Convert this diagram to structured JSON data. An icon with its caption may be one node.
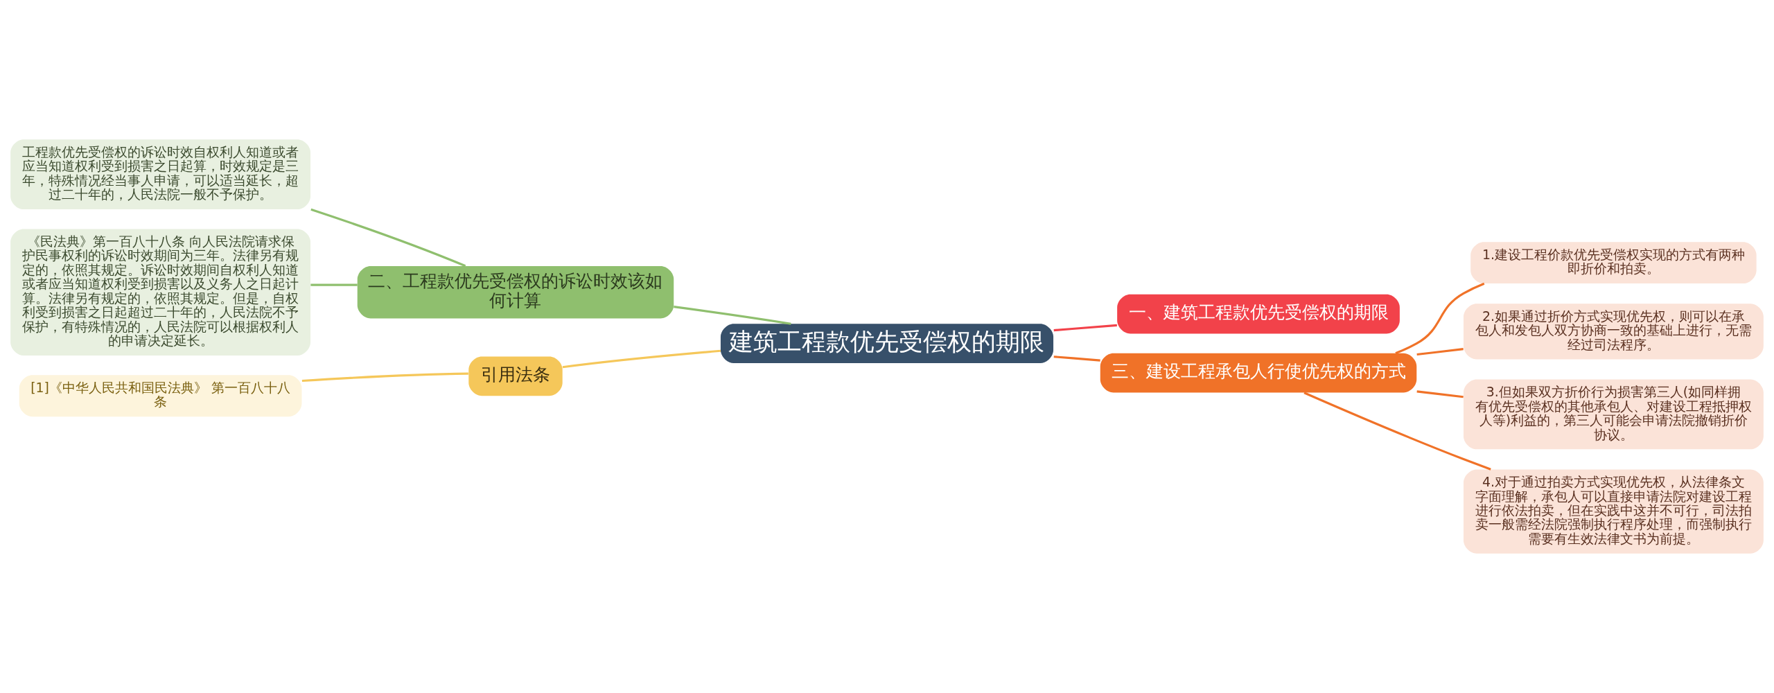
{
  "diagram": {
    "nodes": [
      {
        "text": [
          "建筑工程款优先受偿权的期限"
        ]
      },
      {
        "text": [
          "二、工程款优先受偿权的诉讼时效该如何计算"
        ]
      },
      {
        "text": [
          "工程款优先受偿权的诉讼时效自权利人知道或者应当知道权利受到损害之日起算，时效规定是三年，特殊情况经当事人申请，可以适当延长，超过二十年的，人民法院一般不予保护。"
        ]
      },
      {
        "text": [
          "《民法典》第一百八十八条 向人民法院请求保护民事权利的诉讼时效期间为三年。法律另有规定的，依照其规定。诉讼时效期间自权利人知道或者应当知道权利受到损害以及义务人之日起计算。法律另有规定的，依照其规定。但是，自权利受到损害之日起超过二十年的，人民法院不予保护，有特殊情况的，人民法院可以根据权利人的申请决定延长。"
        ]
      },
      {
        "text": [
          "引用法条"
        ]
      },
      {
        "text": [
          "[1]《中华人民共和国民法典》 第一百八十八条"
        ]
      },
      {
        "text": [
          "一、建筑工程款优先受偿权的期限"
        ]
      },
      {
        "text": [
          "三、建设工程承包人行使优先权的方式"
        ]
      },
      {
        "text": [
          "1.建设工程价款优先受偿权实现的方式有两种即折价和拍卖。"
        ]
      },
      {
        "text": [
          "2.如果通过折价方式实现优先权，则可以在承包人和发包人双方协商一致的基础上进行，无需经过司法程序。"
        ]
      },
      {
        "text": [
          "3.但如果双方折价行为损害第三人(如同样拥有优先受偿权的其他承包人、对建设工程抵押权人等)利益的，第三人可能会申请法院撤销折价协议。"
        ]
      },
      {
        "text": [
          "4.对于通过拍卖方式实现优先权，从法律条文字面理解，承包人可以直接申请法院对建设工程进行依法拍卖，但在实践中这并不可行，司法拍卖一般需经法院强制执行程序处理，而强制执行需要有生效法律文书为前提。"
        ]
      }
    ],
    "edges": [
      {
        "from": 0,
        "to": 1,
        "arrow": "none",
        "color": "#8fbf6e"
      },
      {
        "from": 1,
        "to": 2,
        "arrow": "none",
        "color": "#8fbf6e"
      },
      {
        "from": 1,
        "to": 3,
        "arrow": "none",
        "color": "#8fbf6e"
      },
      {
        "from": 0,
        "to": 4,
        "arrow": "none",
        "color": "#f5c75a"
      },
      {
        "from": 4,
        "to": 5,
        "arrow": "none",
        "color": "#f5c75a"
      },
      {
        "from": 0,
        "to": 6,
        "arrow": "none",
        "color": "#f2424a"
      },
      {
        "from": 0,
        "to": 7,
        "arrow": "none",
        "color": "#f07228"
      },
      {
        "from": 7,
        "to": 8,
        "arrow": "none",
        "color": "#f07228"
      },
      {
        "from": 7,
        "to": 9,
        "arrow": "none",
        "color": "#f07228"
      },
      {
        "from": 7,
        "to": 10,
        "arrow": "none",
        "color": "#f07228"
      },
      {
        "from": 7,
        "to": 11,
        "arrow": "none",
        "color": "#f07228"
      }
    ]
  }
}
